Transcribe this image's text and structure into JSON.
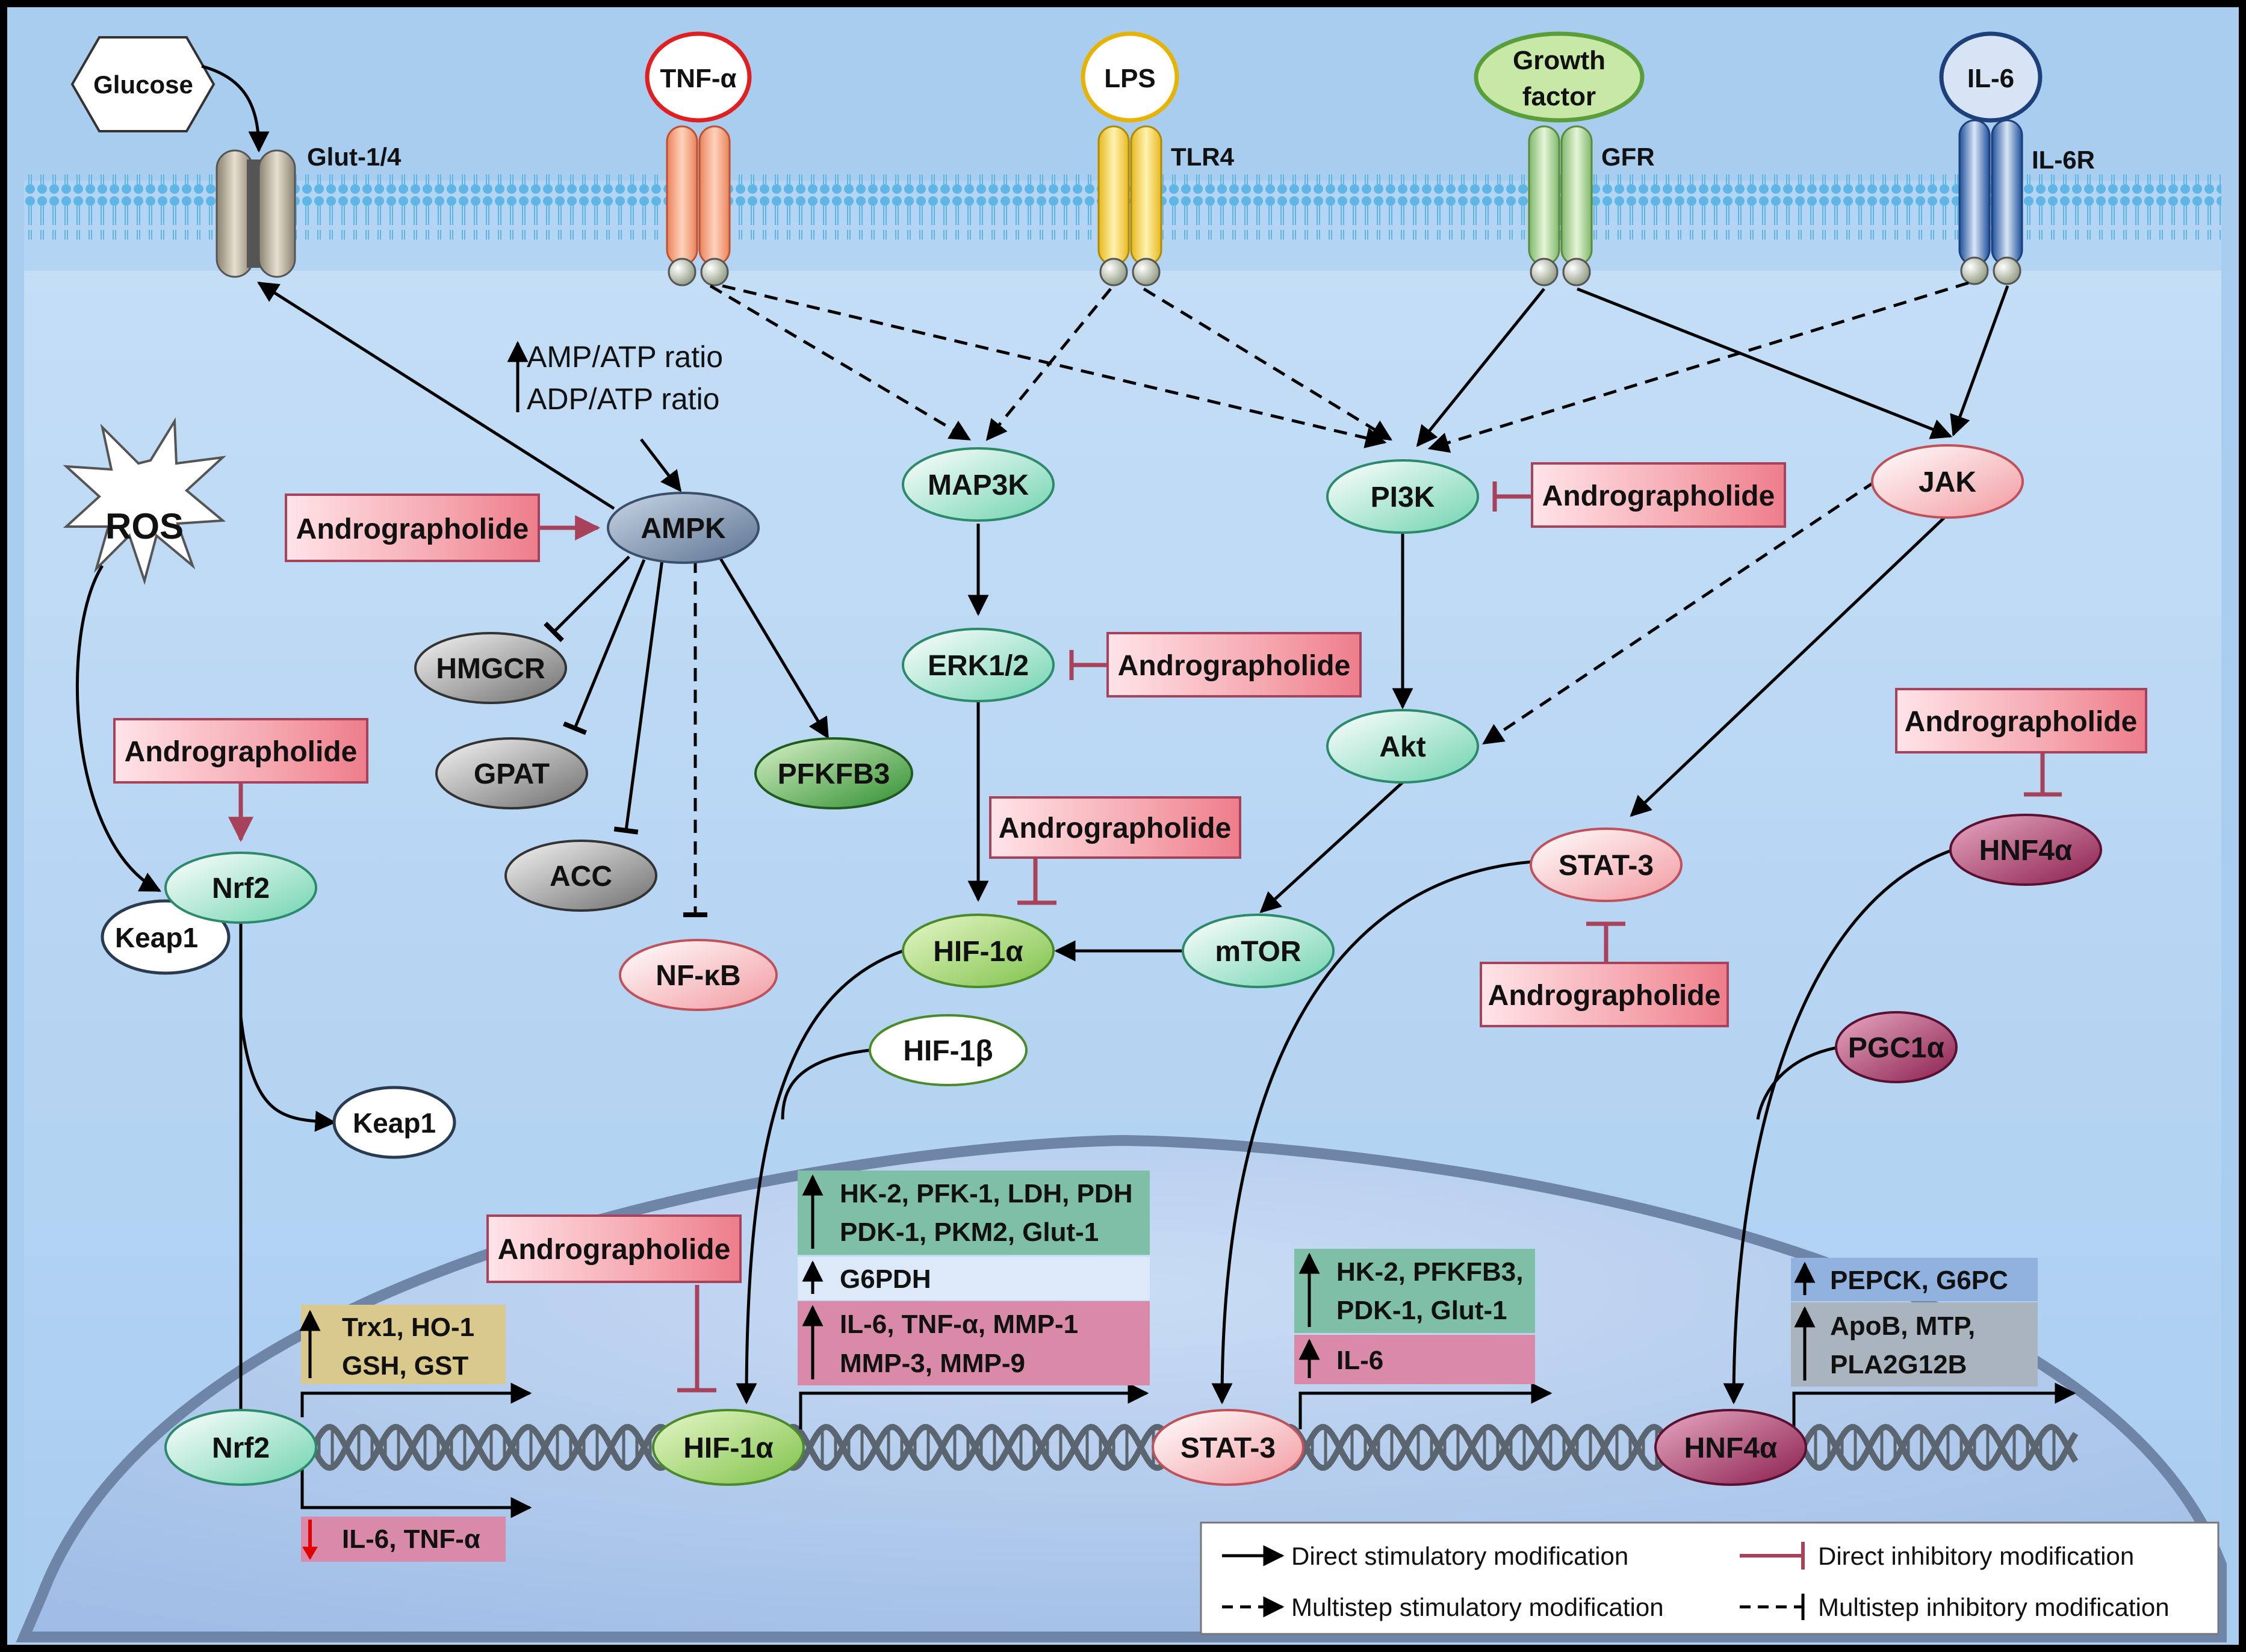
{
  "ligands": {
    "glucose": "Glucose",
    "tnf": "TNF-α",
    "lps": "LPS",
    "gf_line1": "Growth",
    "gf_line2": "factor",
    "il6": "IL-6"
  },
  "receptors": {
    "glut": "Glut-1/4",
    "tlr4": "TLR4",
    "gfr": "GFR",
    "il6r": "IL-6R"
  },
  "energy": {
    "line1": "AMP/ATP ratio",
    "line2": "ADP/ATP ratio"
  },
  "nodes": {
    "ros": "ROS",
    "ampk": "AMPK",
    "hmgcr": "HMGCR",
    "gpat": "GPAT",
    "acc": "ACC",
    "nfkb": "NF-κB",
    "pfkfb3": "PFKFB3",
    "nrf2": "Nrf2",
    "keap1": "Keap1",
    "keap1_free": "Keap1",
    "map3k": "MAP3K",
    "erk": "ERK1/2",
    "hif1a": "HIF-1α",
    "hif1b": "HIF-1β",
    "pi3k": "PI3K",
    "akt": "Akt",
    "mtor": "mTOR",
    "jak": "JAK",
    "stat3": "STAT-3",
    "hnf4a": "HNF4α",
    "pgc1a": "PGC1α",
    "nrf2_nuc": "Nrf2",
    "hif1a_nuc": "HIF-1α",
    "stat3_nuc": "STAT-3",
    "hnf4a_nuc": "HNF4α"
  },
  "inhibitor": "Andrographolide",
  "targets": {
    "nrf2_up_1": "Trx1, HO-1",
    "nrf2_up_2": "GSH, GST",
    "nrf2_down": "IL-6, TNF-α",
    "hif_g1_1": "HK-2, PFK-1, LDH, PDH",
    "hif_g1_2": "PDK-1, PKM2, Glut-1",
    "hif_g2": "G6PDH",
    "hif_g3_1": "IL-6, TNF-α, MMP-1",
    "hif_g3_2": "MMP-3, MMP-9",
    "stat_g1_1": "HK-2, PFKFB3,",
    "stat_g1_2": "PDK-1, Glut-1",
    "stat_g2": "IL-6",
    "hnf_g1": "PEPCK, G6PC",
    "hnf_g2_1": "ApoB, MTP,",
    "hnf_g2_2": "PLA2G12B"
  },
  "legend": {
    "direct_stim": "Direct stimulatory modification",
    "direct_inhib": "Direct inhibitory modification",
    "multi_stim": "Multistep stimulatory modification",
    "multi_inhib": "Multistep inhibitory modification"
  },
  "colors": {
    "background": "#a8cdef",
    "cytoplasm": "#c5def6",
    "nucleus": "#aec8ea",
    "green_node": "#b8f0dc",
    "red_node": "#f7c6c6",
    "inhibitor_box": "#f08c96",
    "inhibitor_stroke": "#a8425a",
    "glycolysis_box": "#7fbfa8",
    "inflammation_box": "#d98aa8",
    "ppp_box": "#dce9f8",
    "nrf2_box": "#d9c98c"
  }
}
